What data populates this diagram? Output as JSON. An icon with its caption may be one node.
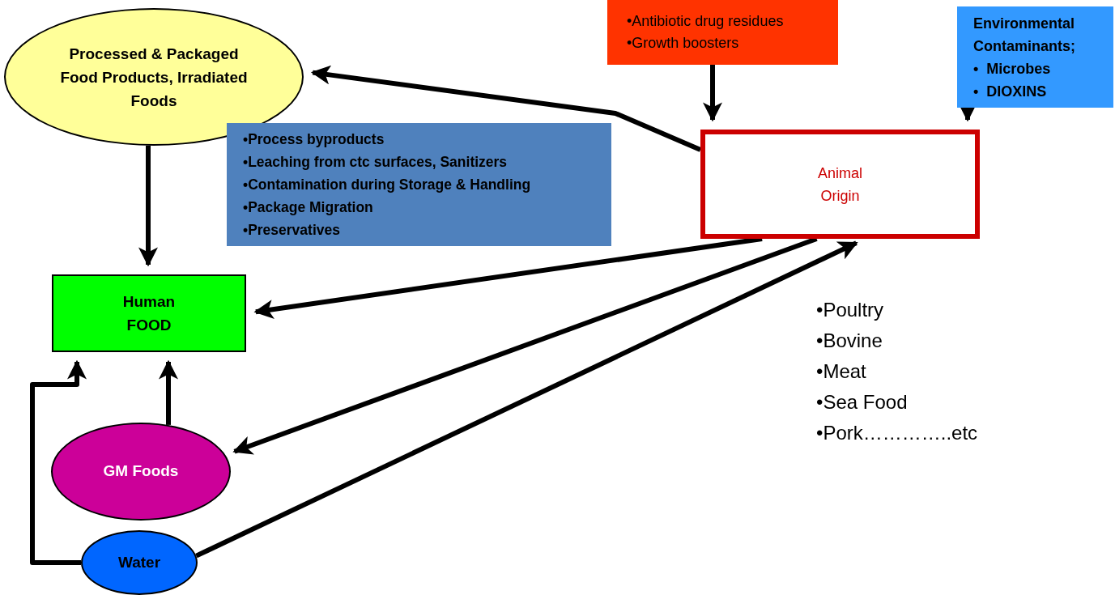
{
  "diagram": {
    "nodes": [
      {
        "text": [
          "Processed & Packaged Food Products, Irradiated Foods"
        ]
      },
      {
        "text": [
          "•Antibiotic drug residues",
          "•Growth boosters"
        ]
      },
      {
        "text": [
          "Environmental Contaminants;",
          "•  Microbes",
          "•  DIOXINS"
        ]
      },
      {
        "text": [
          "•Process byproducts",
          "•Leaching from ctc surfaces, Sanitizers",
          "•Contamination during Storage & Handling",
          "•Package Migration",
          "•Preservatives"
        ]
      },
      {
        "text": [
          "Animal Origin"
        ]
      },
      {
        "text": [
          "Human FOOD"
        ]
      },
      {
        "text": [
          "GM Foods"
        ]
      },
      {
        "text": [
          "Water"
        ]
      }
    ],
    "edges": [
      {
        "from": 4,
        "to": 0,
        "arrow": "to"
      },
      {
        "from": 1,
        "to": 4,
        "arrow": "to"
      },
      {
        "from": 2,
        "to": 4,
        "arrow": "to"
      },
      {
        "from": 0,
        "to": 5,
        "arrow": "to"
      },
      {
        "from": 4,
        "to": 5,
        "arrow": "to"
      },
      {
        "from": 4,
        "to": 6,
        "arrow": "to"
      },
      {
        "from": 7,
        "to": 4,
        "arrow": "to"
      },
      {
        "from": 6,
        "to": 5,
        "arrow": "to"
      },
      {
        "from": 7,
        "to": 5,
        "arrow": "to"
      }
    ],
    "labels": [
      "•Poultry",
      "•Bovine",
      "•Meat",
      "•Sea Food",
      "•Pork…………..etc"
    ]
  }
}
